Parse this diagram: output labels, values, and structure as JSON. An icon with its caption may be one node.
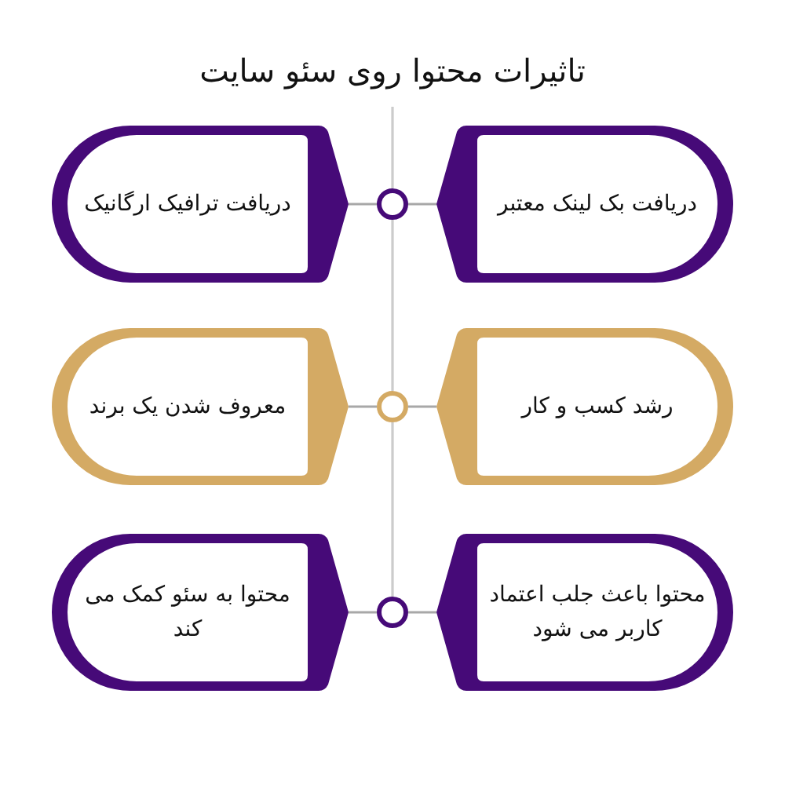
{
  "diagram": {
    "title": "تاثیرات محتوا روی سئو سایت",
    "nodes": [
      {
        "text": [
          "دریافت بک لینک معتبر"
        ]
      },
      {
        "text": [
          "دریافت ترافیک ارگانیک"
        ]
      },
      {
        "text": [
          "رشد کسب و کار"
        ]
      },
      {
        "text": [
          "معروف شدن یک برند"
        ]
      },
      {
        "text": [
          "محتوا باعث جلب اعتماد کاربر می شود"
        ]
      },
      {
        "text": [
          "محتوا به سئو کمک می کند"
        ]
      },
      {
        "text": [],
        "shape": "circle"
      },
      {
        "text": [],
        "shape": "circle"
      },
      {
        "text": [],
        "shape": "circle"
      }
    ],
    "edges": [
      {
        "from": null,
        "to": 6,
        "arrow": "none",
        "color": "#cccccc"
      },
      {
        "from": 6,
        "to": 7,
        "arrow": "none",
        "color": "#cccccc"
      },
      {
        "from": 7,
        "to": 8,
        "arrow": "none",
        "color": "#cccccc"
      },
      {
        "from": 0,
        "to": 6,
        "arrow": "none"
      },
      {
        "from": 1,
        "to": 6,
        "arrow": "none"
      },
      {
        "from": 2,
        "to": 7,
        "arrow": "none"
      },
      {
        "from": 3,
        "to": 7,
        "arrow": "none"
      },
      {
        "from": 4,
        "to": 8,
        "arrow": "none"
      },
      {
        "from": 5,
        "to": 8,
        "arrow": "none"
      }
    ]
  }
}
